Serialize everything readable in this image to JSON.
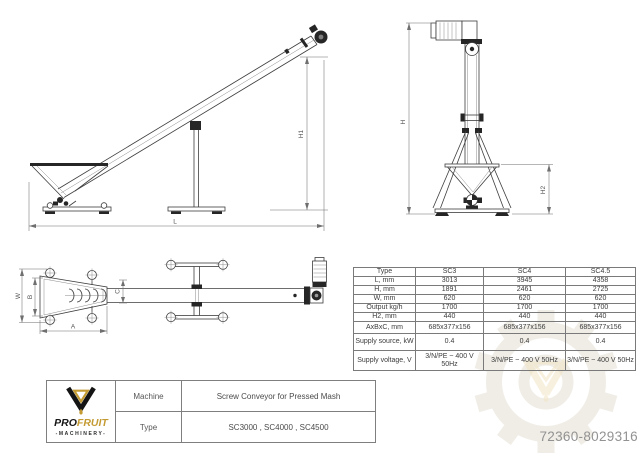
{
  "doc_number": "72360-8029316",
  "views": {
    "side": {
      "dim_length": "L",
      "dim_height1": "H1"
    },
    "front": {
      "dim_height": "H",
      "dim_height2": "H2"
    },
    "top": {
      "dim_width": "W",
      "dim_b": "B",
      "dim_a": "A",
      "dim_c": "C"
    }
  },
  "spec_table": {
    "header": {
      "label": "Type",
      "values": [
        "SC3",
        "SC4",
        "SC4.5"
      ]
    },
    "rows": [
      {
        "label": "L, mm",
        "values": [
          "3013",
          "3945",
          "4358"
        ]
      },
      {
        "label": "H, mm",
        "values": [
          "1891",
          "2461",
          "2725"
        ]
      },
      {
        "label": "W, mm",
        "values": [
          "620",
          "620",
          "620"
        ]
      },
      {
        "label": "Output kg/h",
        "values": [
          "1700",
          "1700",
          "1700"
        ]
      },
      {
        "label": "H2, mm",
        "values": [
          "440",
          "440",
          "440"
        ]
      },
      {
        "label": "AxBxC, mm",
        "values": [
          "685x377x156",
          "685x377x156",
          "685x377x156"
        ]
      },
      {
        "label": "Supply source, kW",
        "values": [
          "0.4",
          "0.4",
          "0.4"
        ]
      },
      {
        "label": "Supply voltage, V",
        "values": [
          "3/N/PE ~ 400 V 50Hz",
          "3/N/PE ~ 400 V 50Hz",
          "3/N/PE ~ 400 V 50Hz"
        ]
      }
    ]
  },
  "title_block": {
    "logo": {
      "pro": "PRO",
      "fruit": "FRUIT",
      "sub": "-MACHINERY-"
    },
    "rows": [
      {
        "label": "Machine",
        "value": "Screw Conveyor for Pressed Mash"
      },
      {
        "label": "Type",
        "value": "SC3000 , SC4000 , SC4500"
      }
    ]
  },
  "colors": {
    "gold": "#C49B33",
    "line": "#3d3d3d",
    "dim": "#6f6f6f",
    "muted": "#929292"
  }
}
